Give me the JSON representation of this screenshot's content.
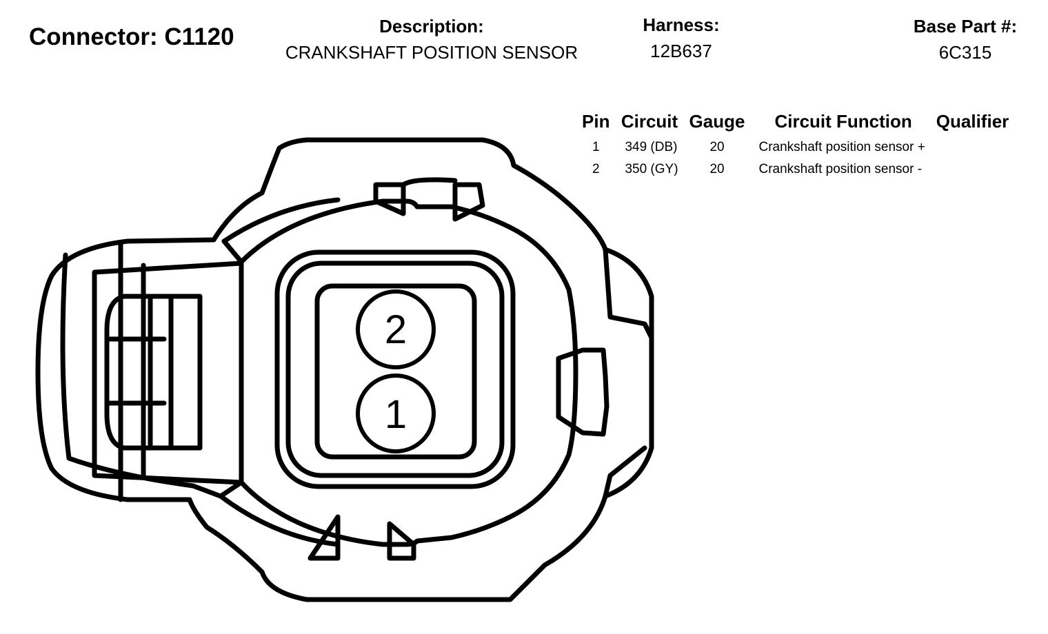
{
  "connector": {
    "title": "Connector: C1120"
  },
  "description": {
    "label": "Description:",
    "value": "CRANKSHAFT POSITION SENSOR"
  },
  "harness": {
    "label": "Harness:",
    "value": "12B637"
  },
  "base_part": {
    "label": "Base Part #:",
    "value": "6C315"
  },
  "table": {
    "headers": [
      "Pin",
      "Circuit",
      "Gauge",
      "Circuit Function",
      "Qualifier"
    ],
    "rows": [
      {
        "pin": "1",
        "circuit": "349 (DB)",
        "gauge": "20",
        "function": "Crankshaft position sensor +",
        "qualifier": ""
      },
      {
        "pin": "2",
        "circuit": "350 (GY)",
        "gauge": "20",
        "function": "Crankshaft position sensor -",
        "qualifier": ""
      }
    ]
  },
  "diagram": {
    "pin_labels": [
      "2",
      "1"
    ]
  }
}
